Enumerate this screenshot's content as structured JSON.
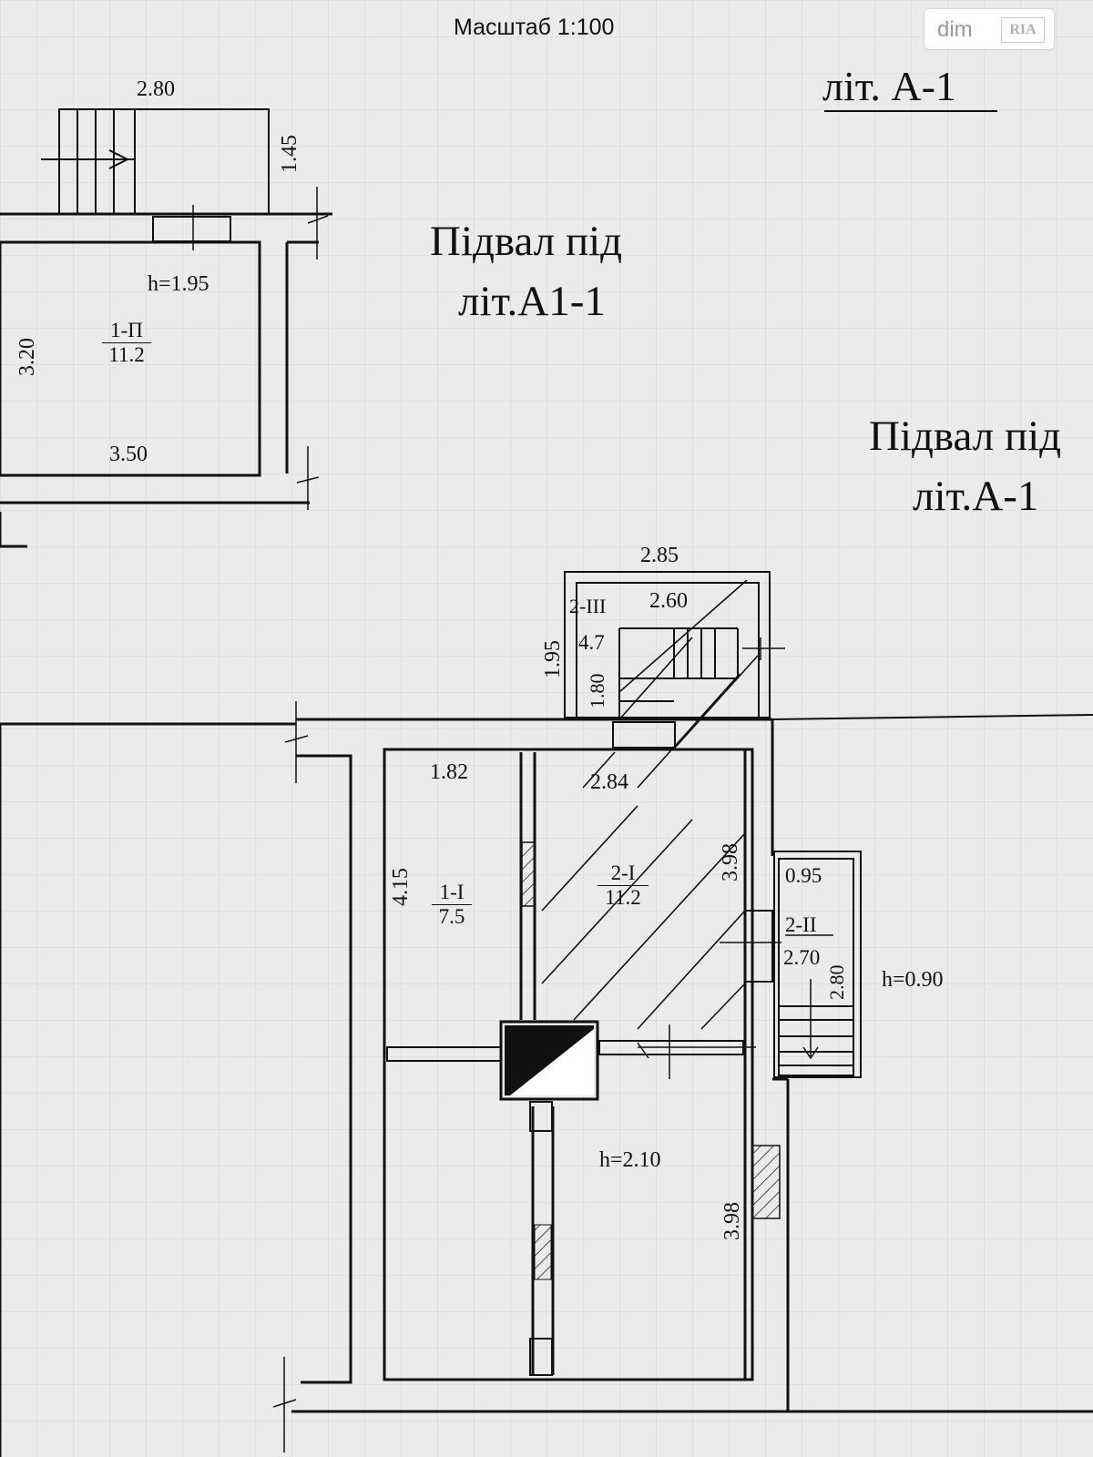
{
  "header": {
    "scale": "Масштаб 1:100",
    "lit_label": "літ. А-1"
  },
  "watermark": {
    "brand": "dim",
    "logo": "RIA"
  },
  "basement_a1": {
    "title_line1": "Підвал під",
    "title_line2": "літ.А1-1",
    "room_height": "h=1.95",
    "room_number": "1-П",
    "room_area": "11.2",
    "dim_stair_width": "2.80",
    "dim_stair_depth": "1.45",
    "dim_room_height": "3.20",
    "dim_room_width": "3.50"
  },
  "basement_a": {
    "title_line1": "Підвал під",
    "title_line2": "літ.А-1",
    "stair_top_number": "2-ІІІ",
    "stair_top_area": "4.7",
    "dim_stair_top_outer": "2.85",
    "dim_stair_top_inner": "2.60",
    "dim_stair_top_height": "1.95",
    "dim_stair_top_height_inner": "1.80",
    "room1_number": "1-І",
    "room1_area": "7.5",
    "room1_width": "1.82",
    "room1_length": "4.15",
    "room2_number": "2-І",
    "room2_area": "11.2",
    "room2_width": "2.84",
    "room2_length": "3.98",
    "side_number": "2-ІІ",
    "side_area": "2.70",
    "side_width": "0.95",
    "side_length": "2.80",
    "side_height": "h=0.90",
    "main_height": "h=2.10",
    "dim_right_lower": "3.98"
  }
}
